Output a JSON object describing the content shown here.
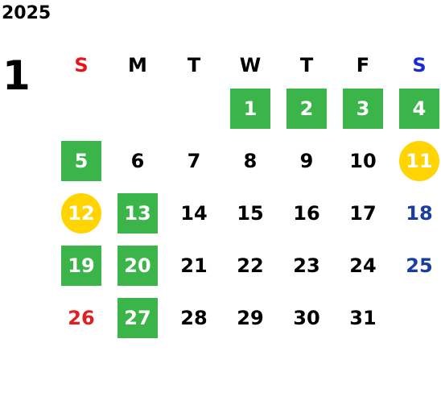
{
  "year": "2025",
  "month": "1",
  "weekdays": [
    "S",
    "M",
    "T",
    "W",
    "T",
    "F",
    "S"
  ],
  "weeks": [
    [
      "",
      "",
      "",
      "1",
      "2",
      "3",
      "4"
    ],
    [
      "5",
      "6",
      "7",
      "8",
      "9",
      "10",
      "11"
    ],
    [
      "12",
      "13",
      "14",
      "15",
      "16",
      "17",
      "18"
    ],
    [
      "19",
      "20",
      "21",
      "22",
      "23",
      "24",
      "25"
    ],
    [
      "26",
      "27",
      "28",
      "29",
      "30",
      "31",
      ""
    ]
  ],
  "highlight_styles": {
    "green_box_days": [
      "1",
      "2",
      "3",
      "4",
      "5",
      "13",
      "19",
      "20",
      "27"
    ],
    "yellow_circle_days": [
      "11",
      "12"
    ],
    "red_text_days": [
      "26"
    ],
    "blue_text_days": [
      "18",
      "25"
    ]
  },
  "colors": {
    "green_box": "#3bb54a",
    "yellow_circle": "#ffd400",
    "sunday_red": "#e02020",
    "saturday_blue": "#1a3ea0"
  }
}
